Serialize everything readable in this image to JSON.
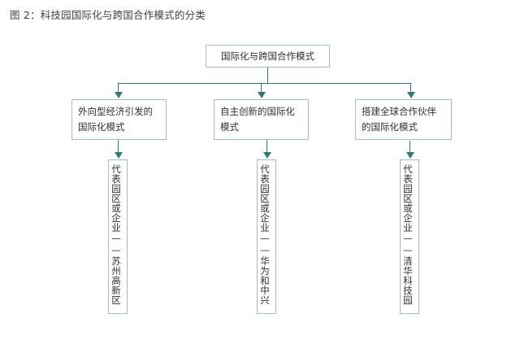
{
  "figure": {
    "title": "图 2：科技园国际化与跨国合作模式的分类"
  },
  "colors": {
    "box_border": "#9fc3bb",
    "connector": "#2e7d71",
    "text": "#2f2f2f",
    "background": "#ffffff"
  },
  "diagram": {
    "type": "tree",
    "root": {
      "label": "国际化与跨国合作模式"
    },
    "branches": [
      {
        "label": "外向型经济引发的国际化模式",
        "leaf": "代表园区或企业——苏州高新区",
        "leaf_orientation": "vertical"
      },
      {
        "label": "自主创新的国际化模式",
        "leaf": "代表园区或企业——华为和中兴",
        "leaf_orientation": "vertical"
      },
      {
        "label": "搭建全球合作伙伴的国际化模式",
        "leaf": "代表园区或企业——清华科技园",
        "leaf_orientation": "vertical"
      }
    ]
  }
}
